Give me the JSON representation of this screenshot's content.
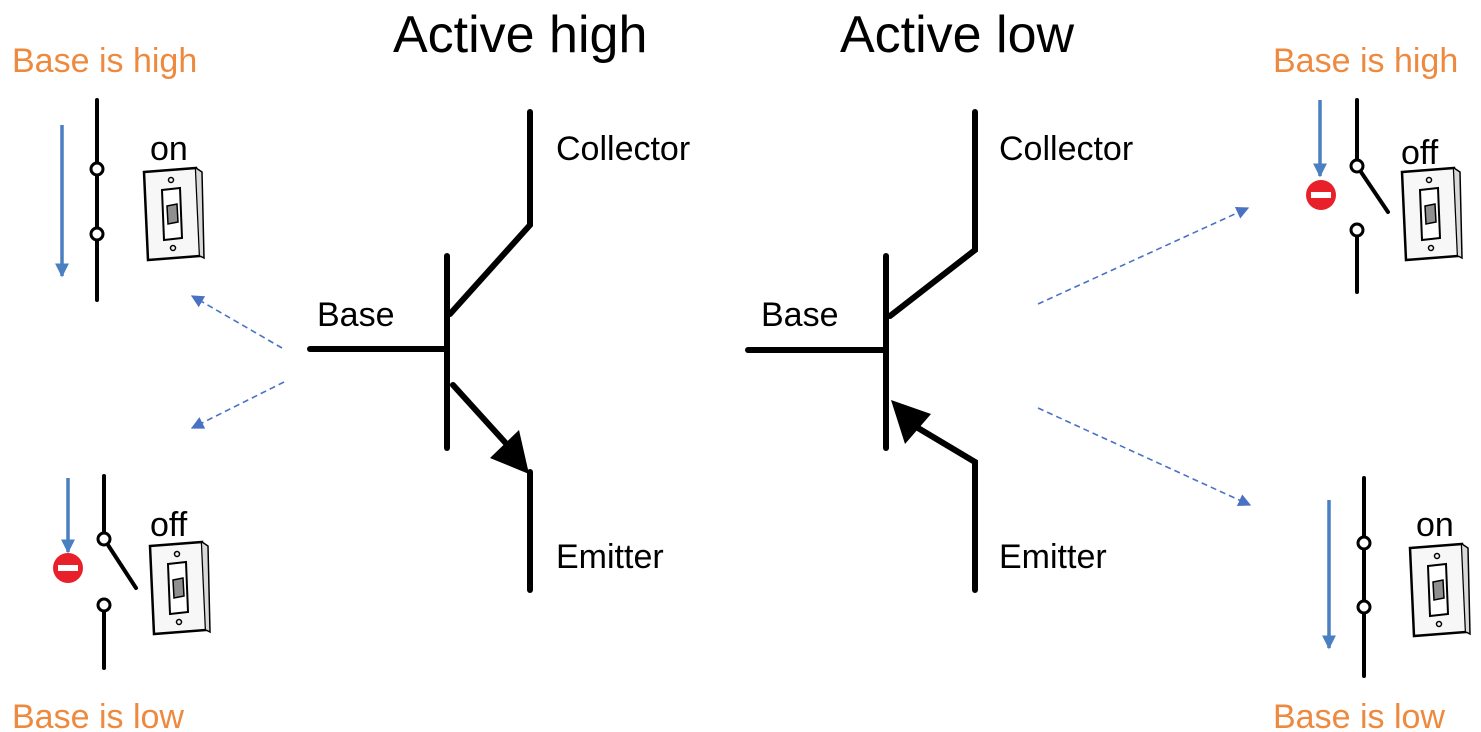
{
  "titles": {
    "active_high": "Active high",
    "active_low": "Active low"
  },
  "terminals": {
    "collector": "Collector",
    "base": "Base",
    "emitter": "Emitter"
  },
  "states": {
    "base_high": "Base is high",
    "base_low": "Base is low",
    "on": "on",
    "off": "off"
  },
  "colors": {
    "state_text": "#ED8A3F",
    "current_arrow": "#4A7FC1",
    "pointer_arrow": "#4A72C4",
    "stop_sign": "#E8202A",
    "switch_plate": "#F7F7F7",
    "switch_toggle": "#8F8F8F",
    "wire": "#000000"
  },
  "icons": {
    "switch": "light-switch-icon",
    "stop": "no-entry-icon",
    "current": "down-arrow-icon"
  }
}
